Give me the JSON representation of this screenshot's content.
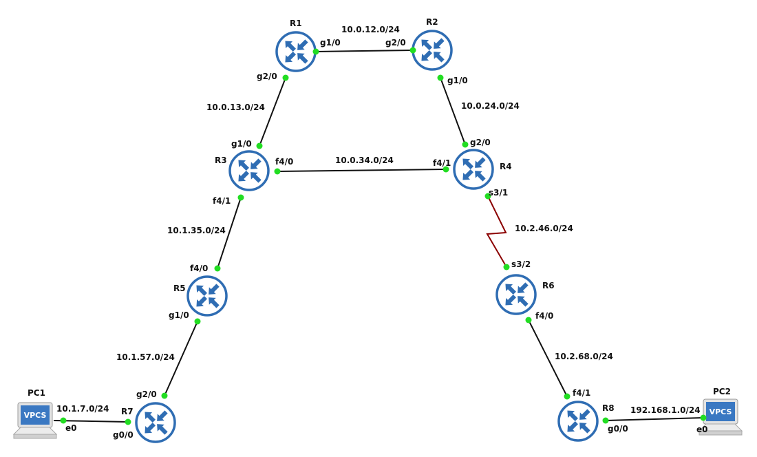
{
  "colors": {
    "router_ring": "#2f6db3",
    "arrow": "#2f6db3",
    "link": "#111111",
    "serial_link": "#8b0000",
    "port_dot": "#22dd22",
    "vpcs_screen": "#3a78c2"
  },
  "routers": [
    {
      "id": "r1",
      "name": "R1",
      "icon": "router-icon"
    },
    {
      "id": "r2",
      "name": "R2",
      "icon": "router-icon"
    },
    {
      "id": "r3",
      "name": "R3",
      "icon": "router-icon"
    },
    {
      "id": "r4",
      "name": "R4",
      "icon": "router-icon"
    },
    {
      "id": "r5",
      "name": "R5",
      "icon": "router-icon"
    },
    {
      "id": "r6",
      "name": "R6",
      "icon": "router-icon"
    },
    {
      "id": "r7",
      "name": "R7",
      "icon": "router-icon"
    },
    {
      "id": "r8",
      "name": "R8",
      "icon": "router-icon"
    }
  ],
  "hosts": [
    {
      "id": "pc1",
      "name": "PC1",
      "screen_text": "VPCS",
      "icon": "vpcs-computer-icon"
    },
    {
      "id": "pc2",
      "name": "PC2",
      "screen_text": "VPCS",
      "icon": "vpcs-computer-icon"
    }
  ],
  "links": [
    {
      "id": "r1-r2",
      "subnet": "10.0.12.0/24",
      "a_if": "g1/0",
      "b_if": "g2/0",
      "type": "ethernet"
    },
    {
      "id": "r1-r3",
      "subnet": "10.0.13.0/24",
      "a_if": "g2/0",
      "b_if": "g1/0",
      "type": "ethernet"
    },
    {
      "id": "r2-r4",
      "subnet": "10.0.24.0/24",
      "a_if": "g1/0",
      "b_if": "g2/0",
      "type": "ethernet"
    },
    {
      "id": "r3-r4",
      "subnet": "10.0.34.0/24",
      "a_if": "f4/0",
      "b_if": "f4/1",
      "type": "ethernet"
    },
    {
      "id": "r3-r5",
      "subnet": "10.1.35.0/24",
      "a_if": "f4/1",
      "b_if": "f4/0",
      "type": "ethernet"
    },
    {
      "id": "r4-r6",
      "subnet": "10.2.46.0/24",
      "a_if": "s3/1",
      "b_if": "s3/2",
      "type": "serial"
    },
    {
      "id": "r5-r7",
      "subnet": "10.1.57.0/24",
      "a_if": "g1/0",
      "b_if": "g2/0",
      "type": "ethernet"
    },
    {
      "id": "r6-r8",
      "subnet": "10.2.68.0/24",
      "a_if": "f4/0",
      "b_if": "f4/1",
      "type": "ethernet"
    },
    {
      "id": "pc1-r7",
      "subnet": "10.1.7.0/24",
      "a_if": "e0",
      "b_if": "g0/0",
      "type": "ethernet"
    },
    {
      "id": "r8-pc2",
      "subnet": "192.168.1.0/24",
      "a_if": "g0/0",
      "b_if": "e0",
      "type": "ethernet"
    }
  ]
}
